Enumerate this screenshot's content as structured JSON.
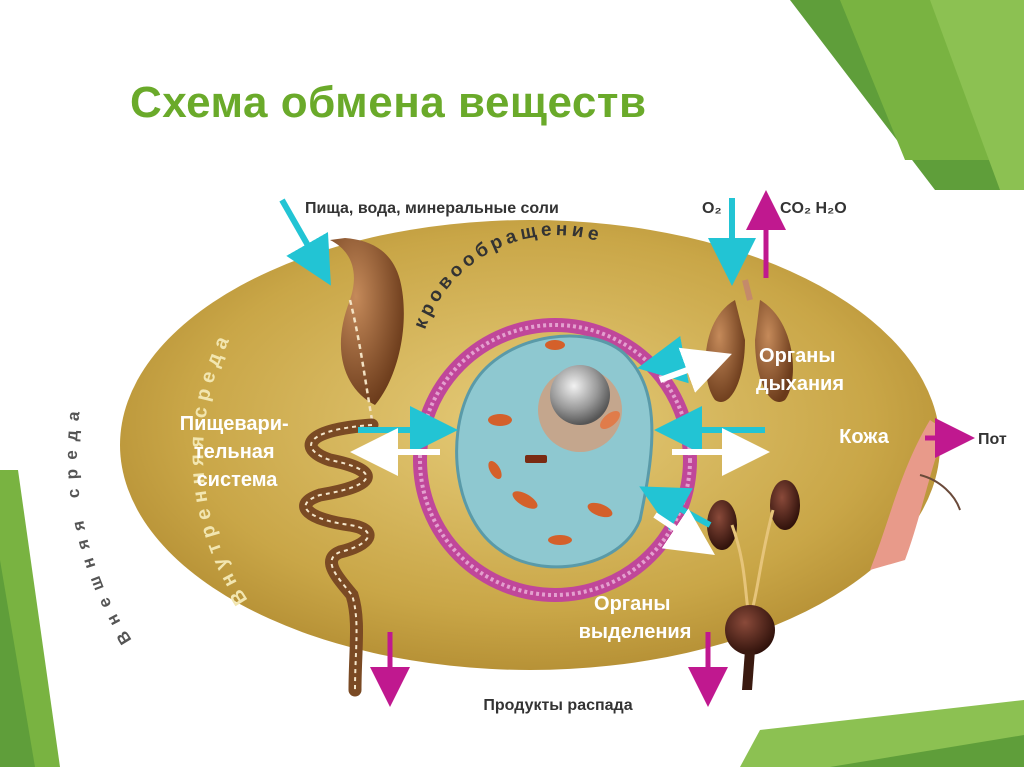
{
  "slide": {
    "title": "Схема обмена веществ"
  },
  "diagram": {
    "top_input": "Пища, вода, минеральные соли",
    "gas_o2": "O₂",
    "gas_co2_h2o": "CO₂  H₂O",
    "external_env": "Внешняя среда",
    "internal_env": "Внутренняя среда",
    "circulation": "кровообращение",
    "digestive": [
      "Пищевари-",
      "тельная",
      "система"
    ],
    "respiratory": [
      "Органы",
      "дыхания"
    ],
    "skin": "Кожа",
    "sweat": "Пот",
    "excretory": [
      "Органы",
      "выделения"
    ],
    "decay_products": "Продукты распада"
  },
  "colors": {
    "title_green": "#6aaa2a",
    "ellipse_gold": "#c9a647",
    "cyan_arrow": "#22c4d4",
    "magenta_arrow": "#c0188f",
    "ring_pink": "#c0479a",
    "cell_blue": "#8ec8d0"
  }
}
